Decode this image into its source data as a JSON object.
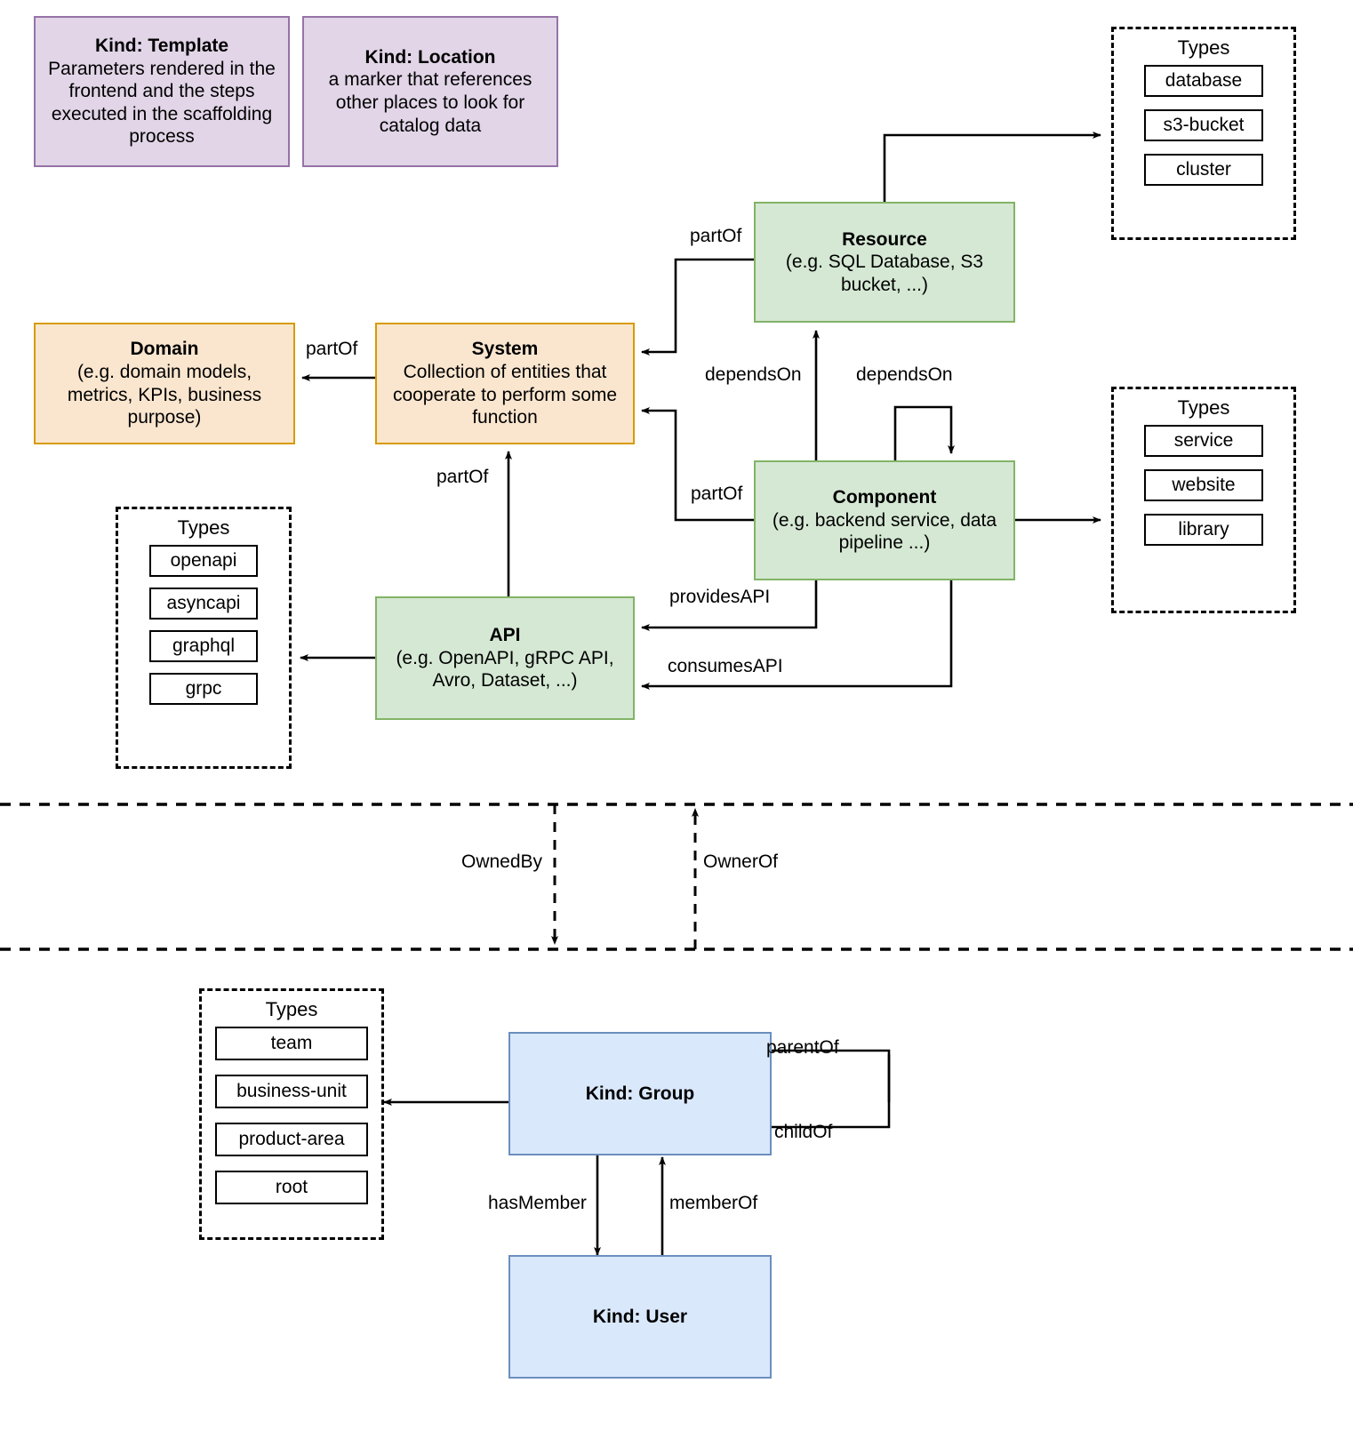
{
  "diagram": {
    "title": "Backstage catalog entity kinds and relations",
    "colors": {
      "purple_fill": "#e1d5e7",
      "purple_border": "#9673a6",
      "orange_fill": "#fae6cf",
      "orange_border": "#d79b00",
      "green_fill": "#d5e8d4",
      "green_border": "#82b366",
      "blue_fill": "#dae8fc",
      "blue_border": "#6c8ebf",
      "line": "#000000"
    }
  },
  "nodes": {
    "template": {
      "title": "Kind: Template",
      "desc": "Parameters rendered in the frontend and the steps executed in  the scaffolding process"
    },
    "location": {
      "title": "Kind: Location",
      "desc": "a marker that references other places to look for catalog data"
    },
    "domain": {
      "title": "Domain",
      "desc": "(e.g.  domain models, metrics, KPIs, business purpose)"
    },
    "system": {
      "title": "System",
      "desc": "Collection of entities that cooperate to perform some function"
    },
    "resource": {
      "title": "Resource",
      "desc": "(e.g. SQL Database, S3 bucket, ...)"
    },
    "component": {
      "title": "Component",
      "desc": "(e.g. backend service, data pipeline ...)"
    },
    "api": {
      "title": "API",
      "desc": "(e.g. OpenAPI, gRPC API, Avro, Dataset, ...)"
    },
    "group": {
      "title": "Kind: Group",
      "desc": ""
    },
    "user": {
      "title": "Kind: User",
      "desc": ""
    }
  },
  "types_groups": {
    "resource_types": {
      "label": "Types",
      "items": [
        "database",
        "s3-bucket",
        "cluster"
      ]
    },
    "component_types": {
      "label": "Types",
      "items": [
        "service",
        "website",
        "library"
      ]
    },
    "api_types": {
      "label": "Types",
      "items": [
        "openapi",
        "asyncapi",
        "graphql",
        "grpc"
      ]
    },
    "group_types": {
      "label": "Types",
      "items": [
        "team",
        "business-unit",
        "product-area",
        "root"
      ]
    }
  },
  "edge_labels": {
    "system_partof_domain": "partOf",
    "resource_partof_system": "partOf",
    "component_partof_system": "partOf",
    "api_partof_system": "partOf",
    "component_dependson_resource": "dependsOn",
    "component_dependson_component": "dependsOn",
    "component_providesapi": "providesAPI",
    "component_consumesapi": "consumesAPI",
    "ownedby": "OwnedBy",
    "ownerof": "OwnerOf",
    "group_parentof": "parentOf",
    "group_childof": "childOf",
    "group_hasmember": "hasMember",
    "user_memberof": "memberOf"
  }
}
